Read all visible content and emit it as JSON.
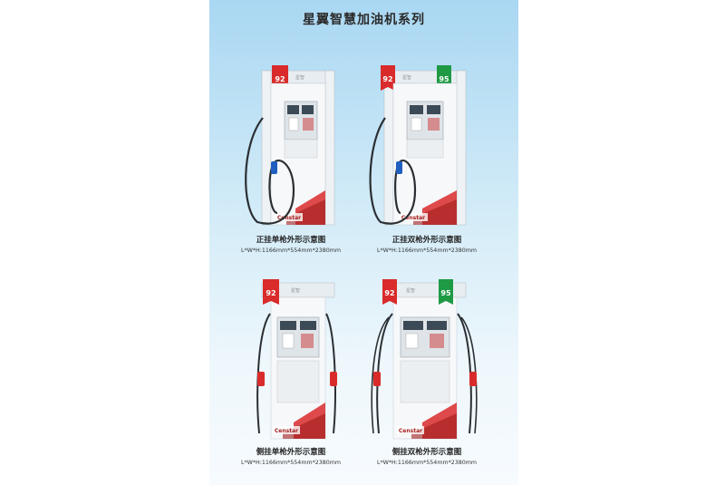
{
  "poster": {
    "title": "星翼智慧加油机系列",
    "colors": {
      "red": "#d92b2b",
      "green": "#1e9a45",
      "gray": "#cfd6dc",
      "dark": "#3b3f44"
    }
  },
  "pumps": [
    {
      "caption": "正挂单枪外形示意图",
      "dimensions": "L*W*H:1166mm*554mm*2380mm",
      "brand": "Censtar",
      "cabinet_label": "星智",
      "grades": [
        "92"
      ]
    },
    {
      "caption": "正挂双枪外形示意图",
      "dimensions": "L*W*H:1166mm*554mm*2380mm",
      "brand": "Censtar",
      "cabinet_label": "星智",
      "grades": [
        "92",
        "95"
      ]
    },
    {
      "caption": "侧挂单枪外形示意图",
      "dimensions": "L*W*H:1166mm*554mm*2380mm",
      "brand": "Censtar",
      "cabinet_label": "星智",
      "grades": [
        "92"
      ]
    },
    {
      "caption": "侧挂双枪外形示意图",
      "dimensions": "L*W*H:1166mm*554mm*2380mm",
      "brand": "Censtar",
      "cabinet_label": "星智",
      "grades": [
        "92",
        "95"
      ]
    }
  ]
}
